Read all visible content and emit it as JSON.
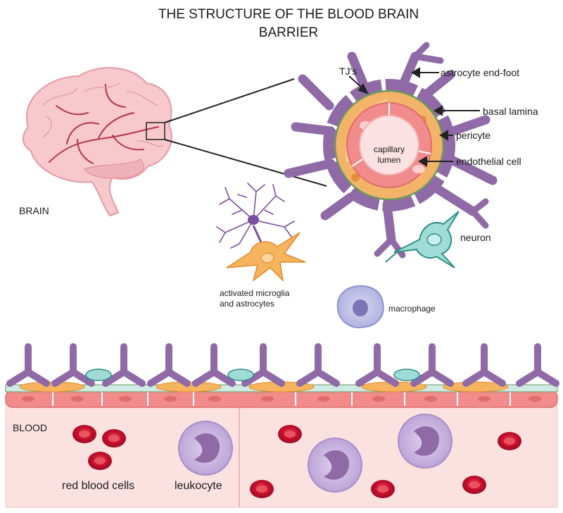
{
  "title": {
    "line1": "THE STRUCTURE OF THE BLOOD BRAIN",
    "line2": "BARRIER"
  },
  "labels": {
    "brain": "BRAIN",
    "tjs": "TJ's",
    "astrocyte_end_foot": "astrocyte end-foot",
    "basal_lamina": "basal lamina",
    "pericyte": "pericyte",
    "endothelial_cell": "endothelial cell",
    "capillary_lumen_1": "capillary",
    "capillary_lumen_2": "lumen",
    "neuron": "neuron",
    "microglia_1": "activated microglia",
    "microglia_2": "and astrocytes",
    "macrophage": "macrophage",
    "blood": "BLOOD",
    "red_blood_cells": "red blood cells",
    "leukocyte": "leukocyte"
  },
  "colors": {
    "astrocyte": "#8f6aa6",
    "pericyte": "#f3b46a",
    "endothelium": "#f28c8c",
    "rbc": "#c8102e",
    "leukocyte": "#c9b5de",
    "neuron": "#8fd3cf",
    "brain": "#f7c9cd"
  }
}
